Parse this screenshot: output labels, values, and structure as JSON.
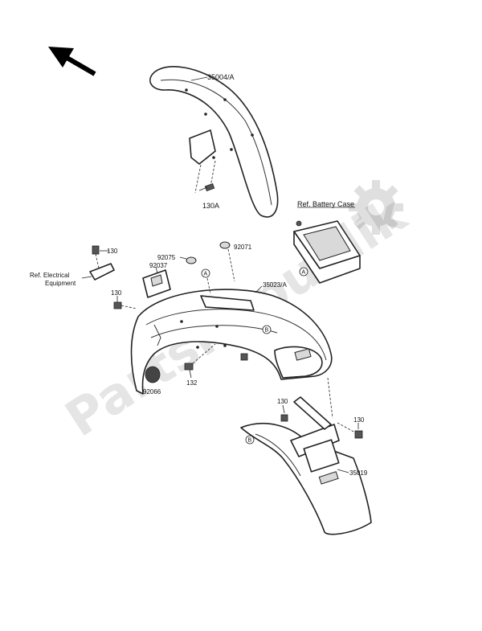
{
  "labels": {
    "front_fender": "35004/A",
    "bolt_front": "130A",
    "battery_case_ref": "Ref. Battery Case",
    "marker_a": "A",
    "marker_b": "B",
    "bolt_electrical": "130",
    "electrical_ref_line1": "Ref. Electrical",
    "electrical_ref_line2": "Equipment",
    "grommet_92075": "92075",
    "grommet_92071": "92071",
    "bracket_92037": "92037",
    "bolt_left": "130",
    "rear_fender": "35023/A",
    "cap_92066": "92066",
    "bolt_132": "132",
    "bolt_flap_left": "130",
    "bolt_flap_right": "130",
    "flap_35019": "35019"
  },
  "watermark": {
    "text": "PartsRepublik",
    "icon": "gear-icon"
  },
  "icons": {
    "direction": "arrow-up-left-icon"
  }
}
